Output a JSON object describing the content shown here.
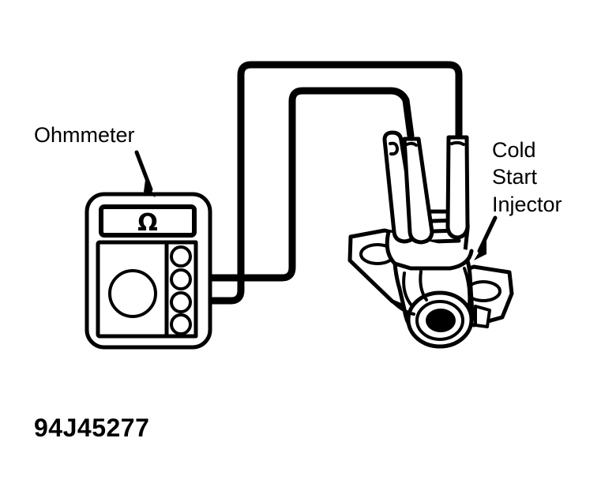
{
  "figure": {
    "type": "technical-line-diagram",
    "subject": "Testing cold start injector resistance with an ohmmeter",
    "background_color": "#ffffff",
    "ink_color": "#000000"
  },
  "labels": {
    "ohmmeter": "Ohmmeter",
    "cold": "Cold",
    "start": "Start",
    "injector": "Injector"
  },
  "part_number": "94J45277",
  "meter": {
    "display_symbol": "Ω",
    "display_symbol_name": "ohm-symbol",
    "jack_count": 4,
    "connected_jacks": [
      2,
      3
    ]
  },
  "injector": {
    "terminal_pin_count": 3,
    "connected_pins": [
      2,
      3
    ],
    "mounting_holes": 2
  },
  "leads": {
    "count": 2,
    "outer_label": "lead-outer",
    "inner_label": "lead-inner"
  }
}
